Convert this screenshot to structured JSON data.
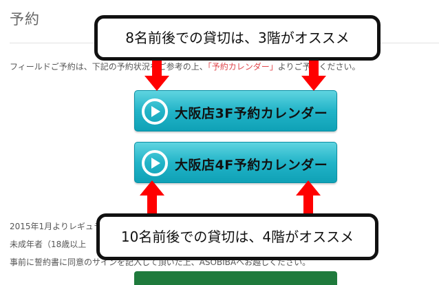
{
  "page": {
    "title": "予約",
    "intro_before": "フィールドご予約は、下記の予約状況をご参考の上、",
    "intro_link": "「予約カレンダー」",
    "intro_after": "よりご予約ください。"
  },
  "buttons": [
    {
      "label": "大阪店3F予約カレンダー"
    },
    {
      "label": "大阪店4F予約カレンダー"
    }
  ],
  "body_lines": [
    "2015年1月よりレギュラ",
    "未成年者（18歳以上",
    "事前に誓約書に同意のサインを記入して頂いた上、ASOBIBAへお越しください。"
  ],
  "callouts": {
    "top": "8名前後での貸切は、3階がオススメ",
    "bottom": "10名前後での貸切は、4階がオススメ"
  },
  "colors": {
    "button_accent": "#22b4c8",
    "arrow": "#ff0000",
    "link": "#e0474c"
  }
}
